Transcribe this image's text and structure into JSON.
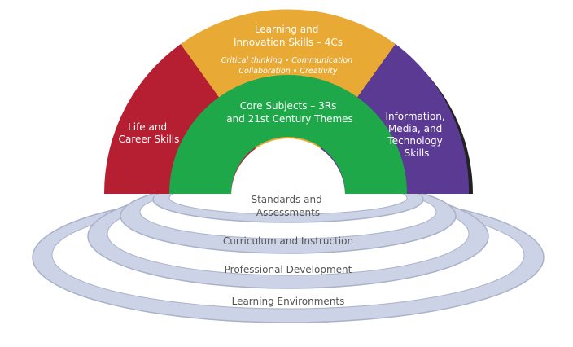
{
  "diagram": {
    "arch": {
      "life_career": {
        "line1": "Life and",
        "line2": "Career Skills",
        "color": "#b51f31"
      },
      "learning_innovation": {
        "line1": "Learning and",
        "line2": "Innovation Skills – 4Cs",
        "sub1": "Critical thinking • Communication",
        "sub2": "Collaboration • Creativity",
        "color": "#e8a935"
      },
      "info_media_tech": {
        "line1": "Information,",
        "line2": "Media, and",
        "line3": "Technology",
        "line4": "Skills",
        "color": "#5b3a93"
      },
      "core_subjects": {
        "line1": "Core Subjects – 3Rs",
        "line2": "and 21st Century Themes",
        "color": "#1fa84a"
      }
    },
    "rings": {
      "standards": {
        "line1": "Standards and",
        "line2": "Assessments"
      },
      "curriculum": "Curriculum and Instruction",
      "professional": "Professional Development",
      "environments": "Learning Environments",
      "color": "#c9d0e4",
      "outline": "#a9b2c9"
    }
  }
}
